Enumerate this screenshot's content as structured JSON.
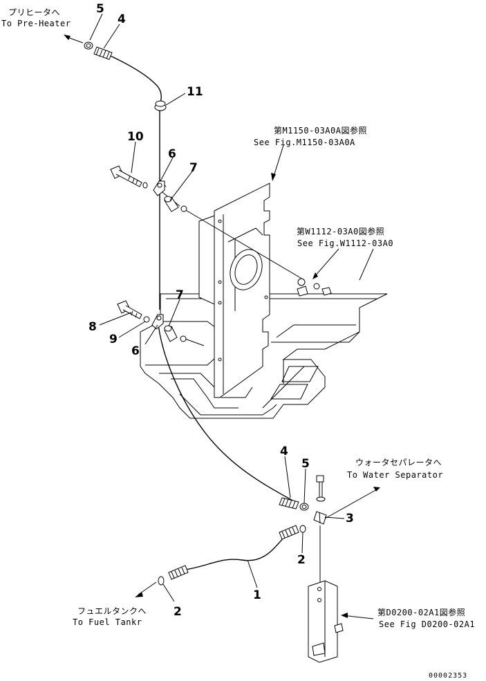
{
  "part_numbers": {
    "p1": "1",
    "p2a": "2",
    "p2b": "2",
    "p3": "3",
    "p4a": "4",
    "p4b": "4",
    "p5a": "5",
    "p5b": "5",
    "p6a": "6",
    "p6b": "6",
    "p7a": "7",
    "p7b": "7",
    "p8": "8",
    "p9": "9",
    "p10": "10",
    "p11": "11"
  },
  "notes": {
    "preheater_jp": "プリヒータへ",
    "preheater_en": "To Pre-Heater",
    "m1150_jp": "第M1150-03A0A図参照",
    "m1150_en": "See Fig.M1150-03A0A",
    "w1112_jp": "第W1112-03A0図参照",
    "w1112_en": "See Fig.W1112-03A0",
    "water_jp": "ウォータセパレータへ",
    "water_en": "To Water Separator",
    "fuel_jp": "フュエルタンクへ",
    "fuel_en": "To Fuel Tankr",
    "d0200_jp": "第D0200-02A1図参照",
    "d0200_en": "See Fig D0200-02A1"
  },
  "drawing_code": "00002353"
}
